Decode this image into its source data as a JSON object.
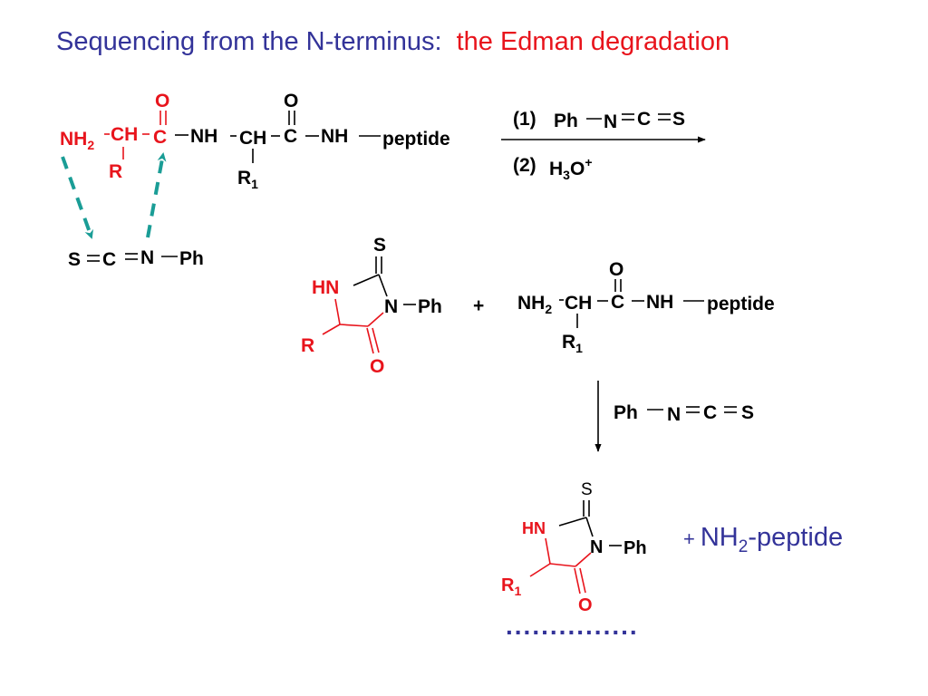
{
  "title": {
    "part1": "Sequencing from the N-terminus:",
    "part2": "the Edman degradation"
  },
  "colors": {
    "title_blue": "#333399",
    "highlight_red": "#e8141c",
    "black": "#000000",
    "teal_arrow": "#1a9d96"
  },
  "peptide": {
    "nh2": "NH",
    "nh2_sub": "2",
    "ch": "CH",
    "c": "C",
    "o": "O",
    "r": "R",
    "nh": "NH",
    "ch2": "CH",
    "c2": "C",
    "o2": "O",
    "r1": "R",
    "r1_sub": "1",
    "nh3": "NH",
    "peptide": "peptide"
  },
  "reagent_under": {
    "s": "S",
    "c": "C",
    "n": "N",
    "ph": "Ph"
  },
  "conditions": {
    "step1": "(1)",
    "step1_ph": "Ph",
    "step1_n": "N",
    "step1_c": "C",
    "step1_s": "S",
    "step2": "(2)",
    "step2_h": "H",
    "step2_sub": "3",
    "step2_o": "O",
    "step2_sup": "+"
  },
  "product1": {
    "s": "S",
    "hn": "HN",
    "n": "N",
    "ph": "Ph",
    "r": "R",
    "o": "O"
  },
  "plus1": "+",
  "shortened_peptide": {
    "nh2": "NH",
    "nh2_sub": "2",
    "ch": "CH",
    "c": "C",
    "o": "O",
    "nh": "NH",
    "peptide": "peptide",
    "r1": "R",
    "r1_sub": "1"
  },
  "reagent2": {
    "ph": "Ph",
    "n": "N",
    "c": "C",
    "s": "S"
  },
  "product2": {
    "s": "S",
    "hn": "HN",
    "n": "N",
    "ph": "Ph",
    "r1": "R",
    "r1_sub": "1",
    "o": "O"
  },
  "byproduct": {
    "plus": "+",
    "nh": "NH",
    "sub": "2",
    "rest": "-peptide"
  },
  "ellipsis": "..............."
}
